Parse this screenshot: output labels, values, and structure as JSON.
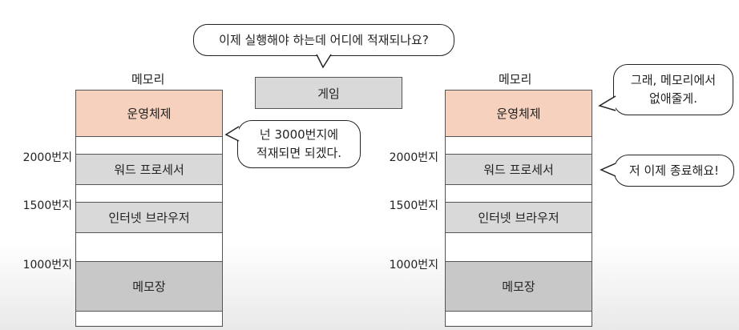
{
  "top_bubble": "이제 실행해야 하는데 어디에 적재되나요?",
  "game_label": "게임",
  "left": {
    "title": "메모리",
    "blocks": [
      "운영체제",
      "",
      "워드 프로세서",
      "",
      "인터넷 브라우저",
      "",
      "메모장",
      ""
    ],
    "addresses": [
      "2000번지",
      "1500번지",
      "1000번지"
    ],
    "bubble": [
      "넌 3000번지에",
      "적재되면 되겠다."
    ]
  },
  "right": {
    "title": "메모리",
    "blocks": [
      "운영체제",
      "",
      "워드 프로세서",
      "",
      "인터넷 브라우저",
      "",
      "메모장",
      ""
    ],
    "addresses": [
      "2000번지",
      "1500번지",
      "1000번지"
    ],
    "bubble_os": [
      "그래, 메모리에서",
      "없애줄게."
    ],
    "bubble_word": "저 이제 종료해요!"
  },
  "colors": {
    "os_block": "#f6d1bd",
    "process_block": "#d9d9d9",
    "free_block": "#ffffff"
  }
}
